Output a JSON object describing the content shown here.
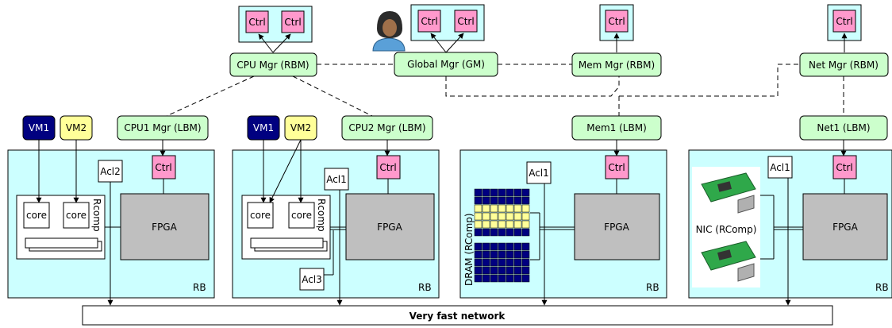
{
  "managers": {
    "cpu": "CPU Mgr (RBM)",
    "global": "Global Mgr (GM)",
    "mem": "Mem Mgr (RBM)",
    "net": "Net Mgr (RBM)"
  },
  "local_managers": {
    "cpu1": "CPU1 Mgr (LBM)",
    "cpu2": "CPU2 Mgr (LBM)",
    "mem1": "Mem1 (LBM)",
    "net1": "Net1 (LBM)"
  },
  "labels": {
    "ctrl": "Ctrl",
    "vm1": "VM1",
    "vm2": "VM2",
    "core": "core",
    "rcomp": "Rcomp",
    "fpga": "FPGA",
    "rb": "RB",
    "acl1": "Acl1",
    "acl2": "Acl2",
    "acl3": "Acl3",
    "dram": "DRAM (RComp)",
    "nic": "NIC (RComp)",
    "network": "Very fast network"
  },
  "colors": {
    "rack": "#ccffff",
    "manager": "#ccffcc",
    "ctrl": "#ff99cc",
    "vm1": "#000080",
    "vm2": "#ffff99",
    "fpga": "#bfbfbf",
    "dram_cell": "#000080",
    "dram_row": "#ffff99"
  },
  "icons": {
    "user": "user-icon",
    "nic": "nic-card-icon"
  }
}
